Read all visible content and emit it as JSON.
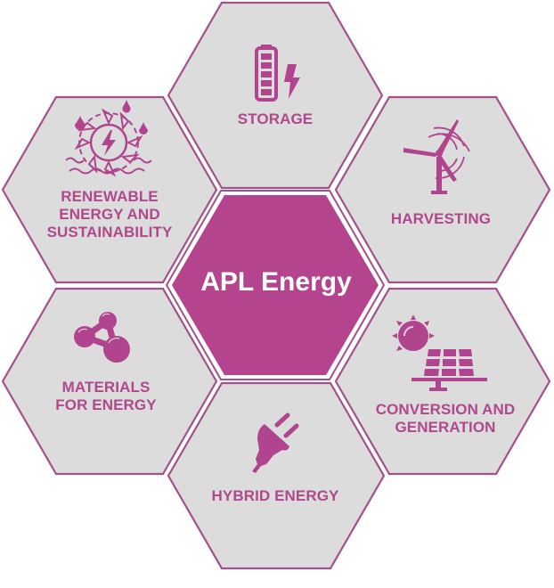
{
  "diagram": {
    "title": "APL Energy",
    "colors": {
      "accent": "#b4448d",
      "hex_fill": "#dcdcdc",
      "hex_border": "#a3508c",
      "label_text": "#b0488c",
      "center_text": "#ffffff",
      "background": "#ffffff"
    },
    "center": {
      "label": "APL Energy"
    },
    "nodes": [
      {
        "id": "storage",
        "position": "top",
        "icon": "battery-lightning-icon",
        "lines": [
          "STORAGE"
        ]
      },
      {
        "id": "renewable",
        "position": "upper-left",
        "icon": "sun-water-lightning-icon",
        "lines": [
          "RENEWABLE",
          "ENERGY AND",
          "SUSTAINABILITY"
        ]
      },
      {
        "id": "harvesting",
        "position": "upper-right",
        "icon": "wind-turbine-icon",
        "lines": [
          "HARVESTING"
        ]
      },
      {
        "id": "materials",
        "position": "lower-left",
        "icon": "molecule-icon",
        "lines": [
          "MATERIALS",
          "FOR ENERGY"
        ]
      },
      {
        "id": "conversion",
        "position": "lower-right",
        "icon": "solar-panel-sun-icon",
        "lines": [
          "CONVERSION AND",
          "GENERATION"
        ]
      },
      {
        "id": "hybrid",
        "position": "bottom",
        "icon": "power-plug-icon",
        "lines": [
          "HYBRID ENERGY"
        ]
      }
    ]
  }
}
